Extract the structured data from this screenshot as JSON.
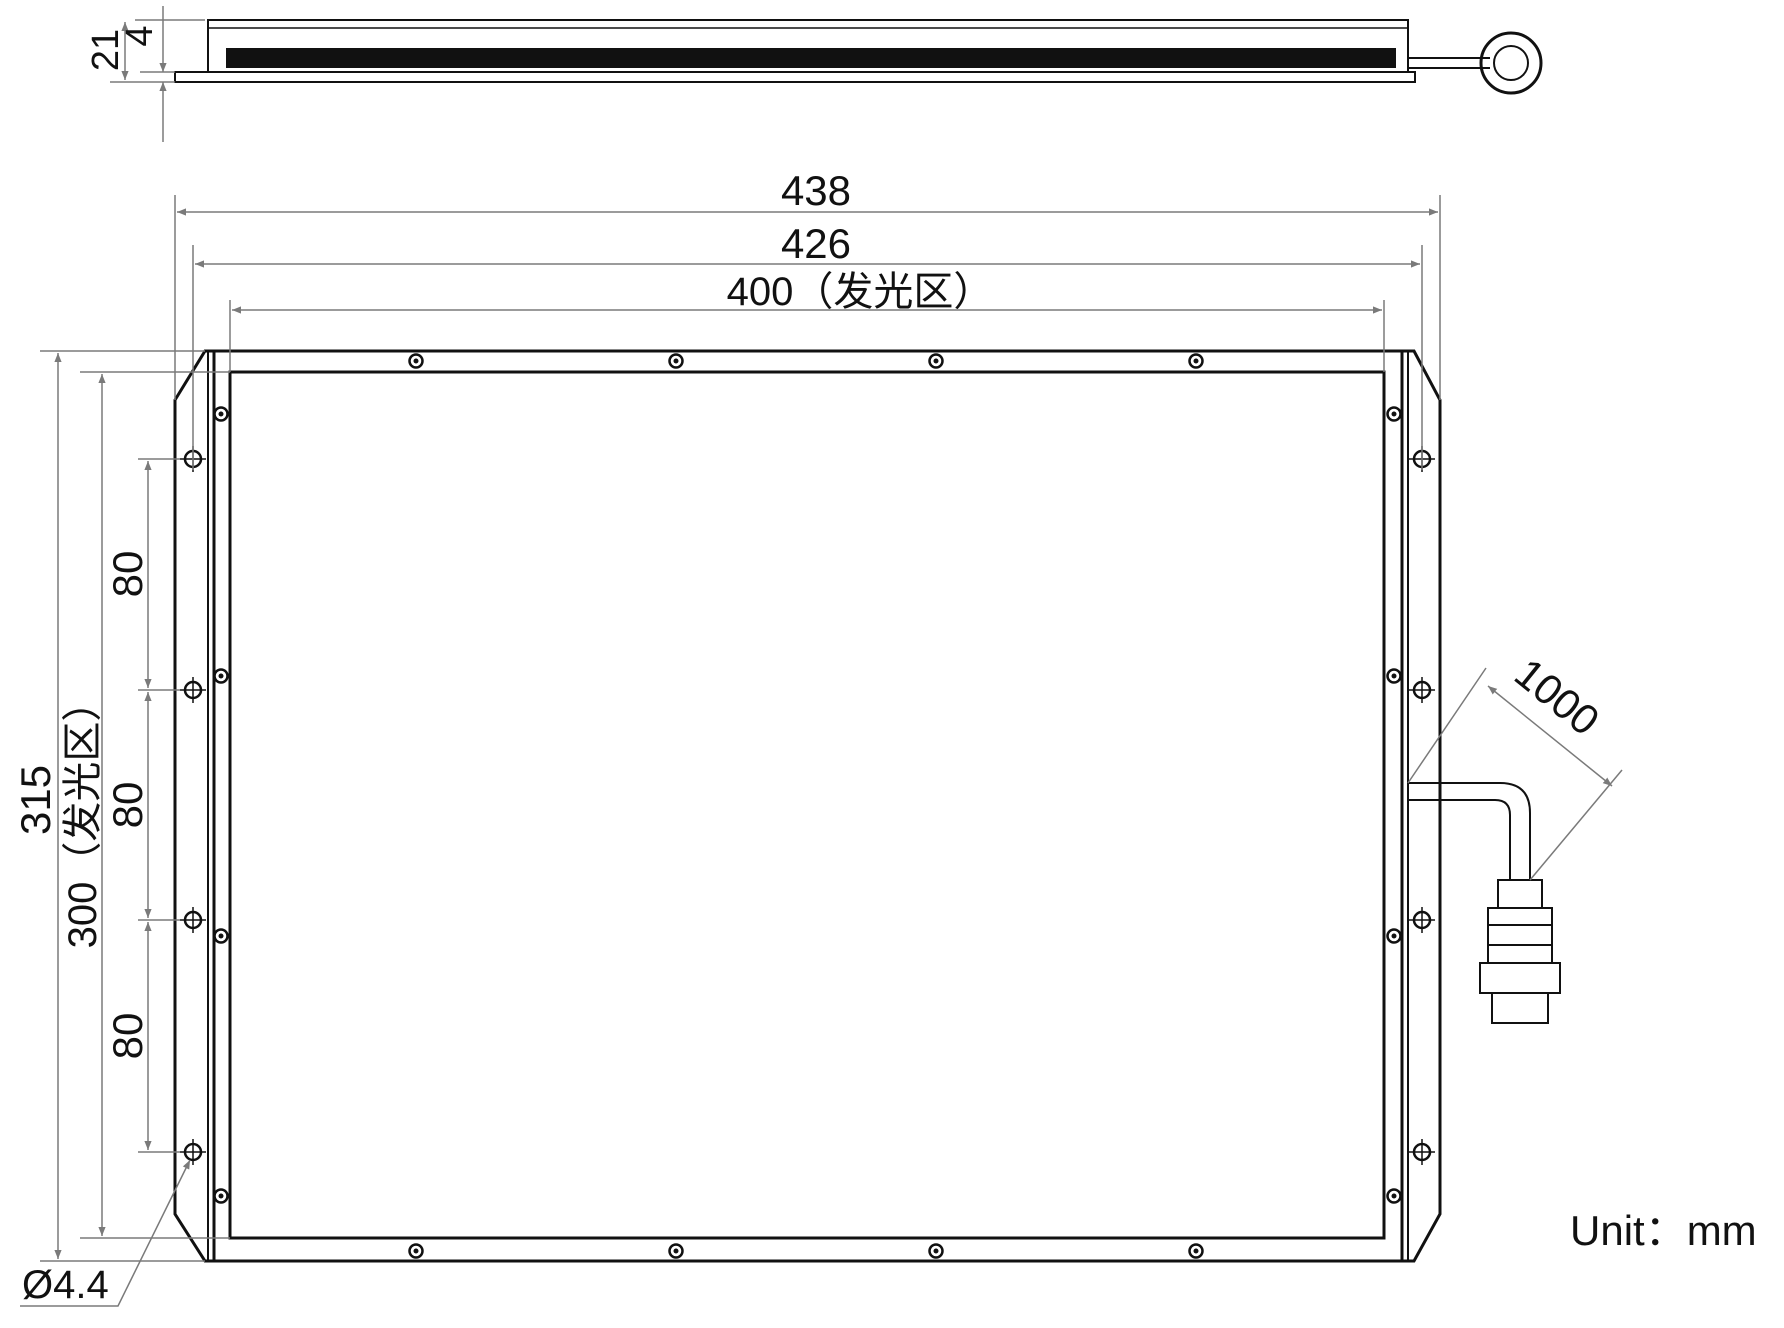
{
  "dimensions": {
    "total_height": "21",
    "base_thickness": "4",
    "outer_width": "438",
    "mount_width": "426",
    "emitting_width": "400（发光区）",
    "outer_height": "315",
    "emitting_height": "300（发光区）",
    "pitch_1": "80",
    "pitch_2": "80",
    "pitch_3": "80",
    "cable_length": "1000",
    "hole_diameter": "Ø4.4"
  },
  "unit_label": "Unit：mm",
  "colors": {
    "line": "#111111",
    "dimension": "#7a7a7a"
  }
}
